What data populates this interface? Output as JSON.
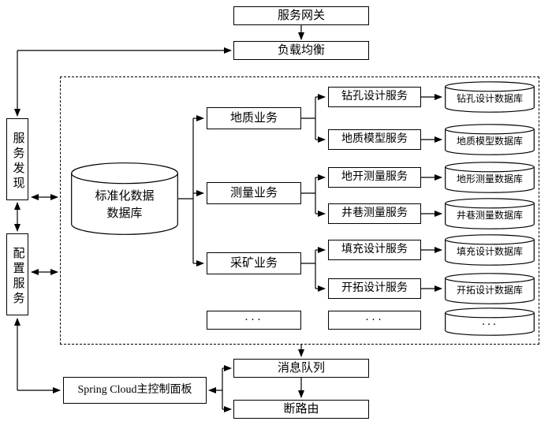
{
  "nodes": {
    "gateway": "服务网关",
    "load_balancer": "负载均衡",
    "service_discovery": "服务发现",
    "config_service": "配置服务",
    "central_db": [
      "标准化数据",
      "数据库"
    ],
    "business": [
      "地质业务",
      "测量业务",
      "采矿业务"
    ],
    "services": [
      "钻孔设计服务",
      "地质模型服务",
      "地开测量服务",
      "井巷测量服务",
      "填充设计服务",
      "开拓设计服务"
    ],
    "databases": [
      "钻孔设计数据库",
      "地质模型数据库",
      "地形测量数据库",
      "井巷测量数据库",
      "填充设计数据库",
      "开拓设计数据库"
    ],
    "ellipsis": "···",
    "message_queue": "消息队列",
    "circuit_router": "断路由",
    "control_panel": "Spring Cloud主控制面板"
  },
  "colors": {
    "line": "#000000",
    "background": "#ffffff"
  }
}
